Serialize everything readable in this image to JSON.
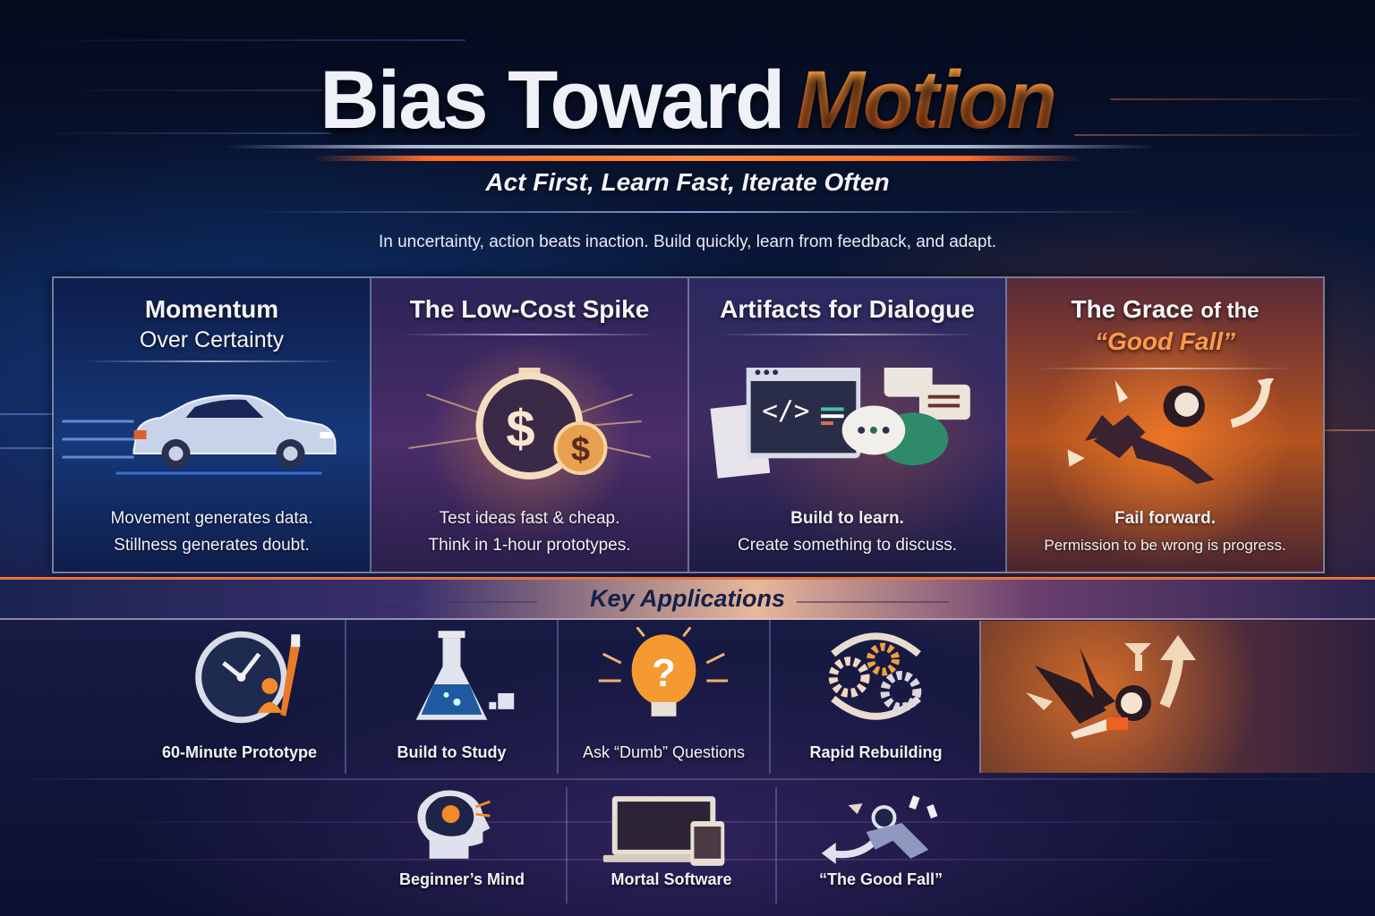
{
  "header": {
    "title_part1": "Bias Toward",
    "title_part2": "Motion",
    "subtitle": "Act First, Learn Fast, Iterate Often",
    "tagline": "In uncertainty, action beats inaction. Build quickly, learn from feedback, and adapt."
  },
  "pillars": [
    {
      "title": "Momentum",
      "title_sub": "Over Certainty",
      "icon": "car-icon",
      "line1": "Movement generates data.",
      "line2": "Stillness generates doubt."
    },
    {
      "title": "The Low-Cost Spike",
      "icon": "stopwatch-dollar-icon",
      "line1": "Test ideas fast & cheap.",
      "line2": "Think in 1-hour prototypes."
    },
    {
      "title": "Artifacts for Dialogue",
      "icon": "code-chat-icon",
      "line1": "Build to learn.",
      "line2": "Create something to discuss."
    },
    {
      "title_a": "The Grace",
      "title_b": "of the",
      "title_c": "“Good Fall”",
      "icon": "falling-person-icon",
      "line1": "Fail forward.",
      "line2": "Permission to be wrong is progress."
    }
  ],
  "key_applications": {
    "heading": "Key Applications",
    "row1": [
      {
        "label": "60-Minute Prototype",
        "icon": "clock-brush-icon"
      },
      {
        "label": "Build to Study",
        "icon": "flask-icon"
      },
      {
        "label": "Ask “Dumb” Questions",
        "icon": "lightbulb-question-icon"
      },
      {
        "label": "Rapid Rebuilding",
        "icon": "gears-cycle-icon"
      }
    ],
    "row2": [
      {
        "label": "Beginner’s Mind",
        "icon": "head-brain-icon"
      },
      {
        "label": "Mortal Software",
        "icon": "laptop-tablet-icon"
      },
      {
        "label": "“The Good Fall”",
        "icon": "tumbling-figure-icon"
      }
    ]
  },
  "colors": {
    "accent_orange": "#ff7a2e",
    "navy": "#0b1a3e",
    "purple": "#3a2f6c",
    "text_light": "#eef2f8"
  }
}
